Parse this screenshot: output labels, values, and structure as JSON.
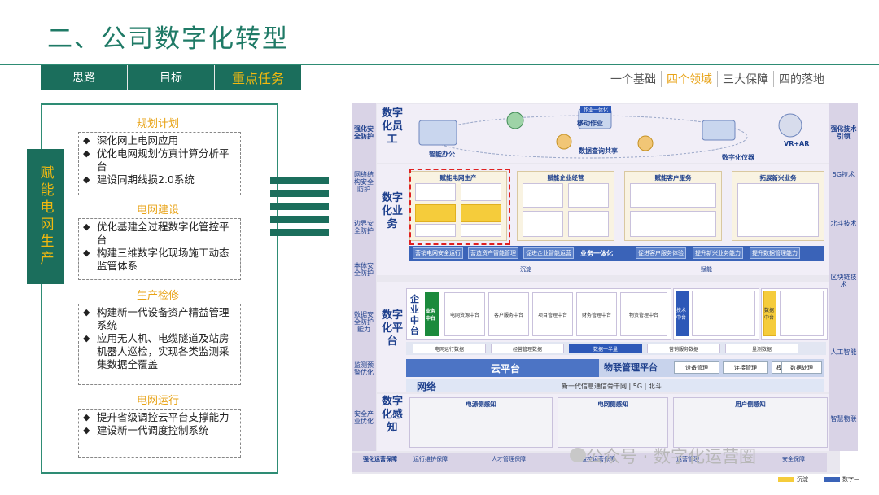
{
  "title": "二、公司数字化转型",
  "nav": [
    "思路",
    "目标",
    "重点任务"
  ],
  "right_nav": [
    "一个基础",
    "四个领域",
    "三大保障",
    "四的落地"
  ],
  "vertical_label": "赋能电网生产",
  "sections": [
    {
      "title": "规划计划",
      "items": [
        "深化网上电网应用",
        "优化电网规划仿真计算分析平台",
        "建设同期线损2.0系统"
      ]
    },
    {
      "title": "电网建设",
      "items": [
        "优化基建全过程数字化管控平台",
        "构建三维数字化现场施工动态监管体系"
      ]
    },
    {
      "title": "生产检修",
      "items": [
        "构建新一代设备资产精益管理系统",
        "应用无人机、电缆隧道及站房机器人巡检，实现各类监测采集数据全覆盖"
      ]
    },
    {
      "title": "电网运行",
      "items": [
        "提升省级调控云平台支撑能力",
        "建设新一代调度控制系统"
      ]
    }
  ],
  "arch": {
    "left_col": [
      "强化安全防护",
      "网络结构安全防护",
      "边界安全防护",
      "本体安全防护",
      "数据安全防护能力",
      "监测预警优化",
      "安全产业优化"
    ],
    "right_col": [
      "强化技术引领",
      "5G技术",
      "北斗技术",
      "区块链技术",
      "人工智能",
      "智慧物联"
    ],
    "layers": [
      "数字化员工",
      "数字化业务",
      "数字化平台",
      "数字化感知"
    ],
    "staff": {
      "labels": [
        "智能办公",
        "移动作业",
        "数据查询共享",
        "数字化仪器",
        "VR+AR",
        "作业一体化"
      ]
    },
    "business": {
      "blocks": [
        "赋能电网生产",
        "赋能企业经营",
        "赋能客户服务",
        "拓展新兴业务"
      ],
      "strip": [
        "营销电网安全运行",
        "营造资产智能管理",
        "促进企业智能运营",
        "业务一体化",
        "促进客户服务体验",
        "提升新兴业务能力",
        "提升数据管理能力"
      ],
      "flow": [
        "沉淀",
        "赋能"
      ]
    },
    "platform": {
      "enterprise": "企业中台",
      "business_mid": "业务中台",
      "data_mid": "数据中台",
      "tech_mid": "技术中台",
      "centers": [
        "电网资源中台",
        "客户服务中台",
        "项目管理中台",
        "财务管理中台",
        "物资管理中台"
      ],
      "items": [
        "电网运行数据",
        "经营管理数据",
        "数据一半量",
        "营销服务数据",
        "量测数据"
      ],
      "cloud": "云平台",
      "iot": "物联管理平台",
      "iot_items": [
        "设备管理",
        "连接管理",
        "模型管理",
        "数据处理"
      ],
      "network": "网络",
      "network_text": "新一代信息通信骨干网 | 5G | 北斗"
    },
    "sense": {
      "groups": [
        "电源侧感知",
        "电网侧感知",
        "用户侧感知"
      ]
    },
    "bottom": [
      "强化运营保障",
      "运行维护保障",
      "人才管理保障",
      "监控运营保障",
      "运营管理",
      "安全保障"
    ]
  },
  "watermark": "公众号 · 数字化运营圈",
  "legend": [
    "沉淀",
    "数字一"
  ],
  "colors": {
    "accent": "#1b6e5c",
    "highlight": "#f2b90f",
    "arch_blue": "#3a63b8"
  }
}
